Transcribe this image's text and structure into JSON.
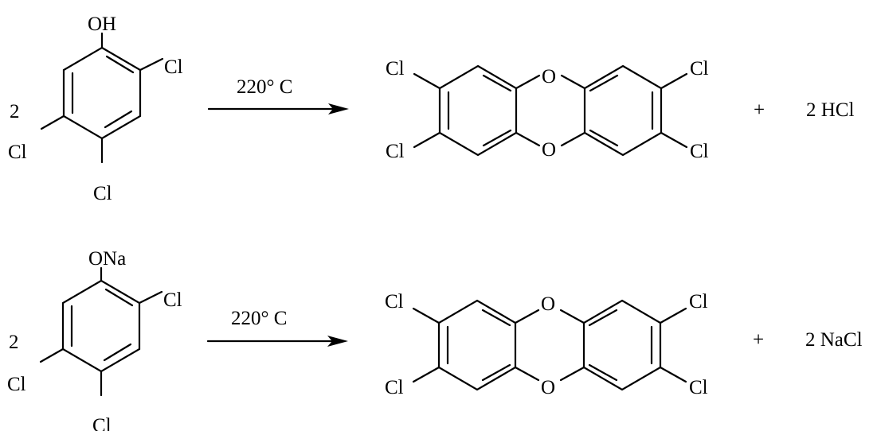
{
  "reactions": [
    {
      "coefficient": "2",
      "substituent": "OH",
      "reactant_labels": {
        "cl_right": "Cl",
        "cl_left": "Cl",
        "cl_bottom": "Cl"
      },
      "condition": "220° C",
      "product_labels": {
        "o_top": "O",
        "o_bottom": "O",
        "cl_top_left": "Cl",
        "cl_bottom_left": "Cl",
        "cl_top_right": "Cl",
        "cl_bottom_right": "Cl"
      },
      "plus": "+",
      "byproduct": "2 HCl"
    },
    {
      "coefficient": "2",
      "substituent": "ONa",
      "reactant_labels": {
        "cl_right": "Cl",
        "cl_left": "Cl",
        "cl_bottom": "Cl"
      },
      "condition": "220° C",
      "product_labels": {
        "o_top": "O",
        "o_bottom": "O",
        "cl_top_left": "Cl",
        "cl_bottom_left": "Cl",
        "cl_top_right": "Cl",
        "cl_bottom_right": "Cl"
      },
      "plus": "+",
      "byproduct": "2 NaCl"
    }
  ]
}
